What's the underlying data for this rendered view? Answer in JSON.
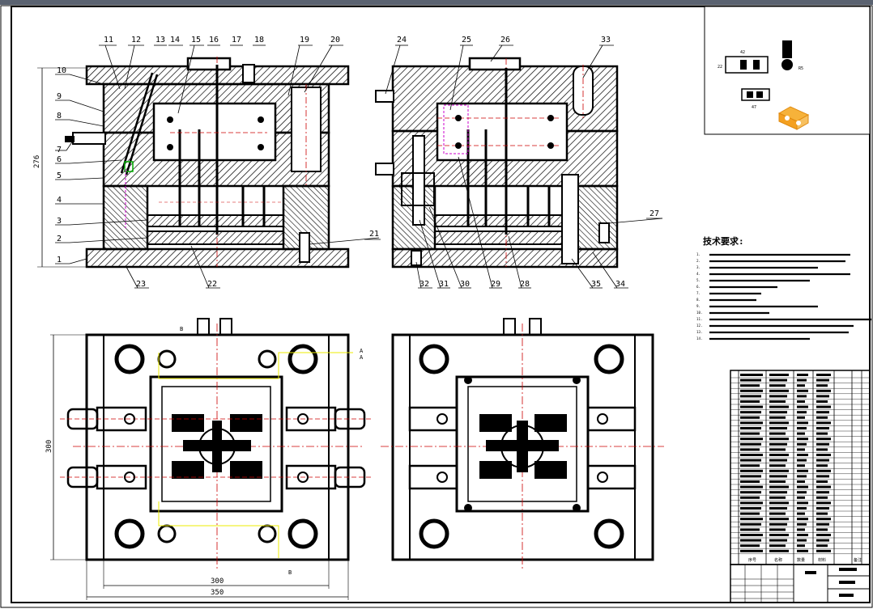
{
  "drawing": {
    "callouts_left": [
      "11",
      "12",
      "13",
      "14",
      "15",
      "16",
      "17",
      "18",
      "19",
      "20"
    ],
    "callouts_left_side": [
      "10",
      "9",
      "8",
      "7",
      "6",
      "5",
      "4",
      "3",
      "2",
      "1"
    ],
    "callouts_left_bottom": [
      "23",
      "22"
    ],
    "callout_21": "21",
    "callouts_right_top": [
      "24",
      "25",
      "26",
      "33"
    ],
    "callout_27": "27",
    "callouts_right_bottom": [
      "32",
      "31",
      "30",
      "29",
      "28",
      "35",
      "34"
    ],
    "dim_height": "276",
    "dim_side": "300",
    "dim_width_inner": "300",
    "dim_width_outer": "350",
    "section_marks": [
      "B",
      "A",
      "B",
      "A"
    ]
  },
  "tech_requirements": {
    "title": "技术要求:",
    "lines": [
      "1.",
      "2.",
      "3.",
      "4.",
      "5.",
      "6.",
      "7.",
      "8.",
      "9.",
      "10.",
      "11.",
      "12.",
      "13.",
      "14."
    ]
  },
  "inset": {
    "dims": [
      "42",
      "22",
      "47",
      "R5"
    ]
  },
  "title_block": {
    "headers": [
      "序号",
      "名称",
      "数量",
      "材料",
      "备注"
    ]
  }
}
